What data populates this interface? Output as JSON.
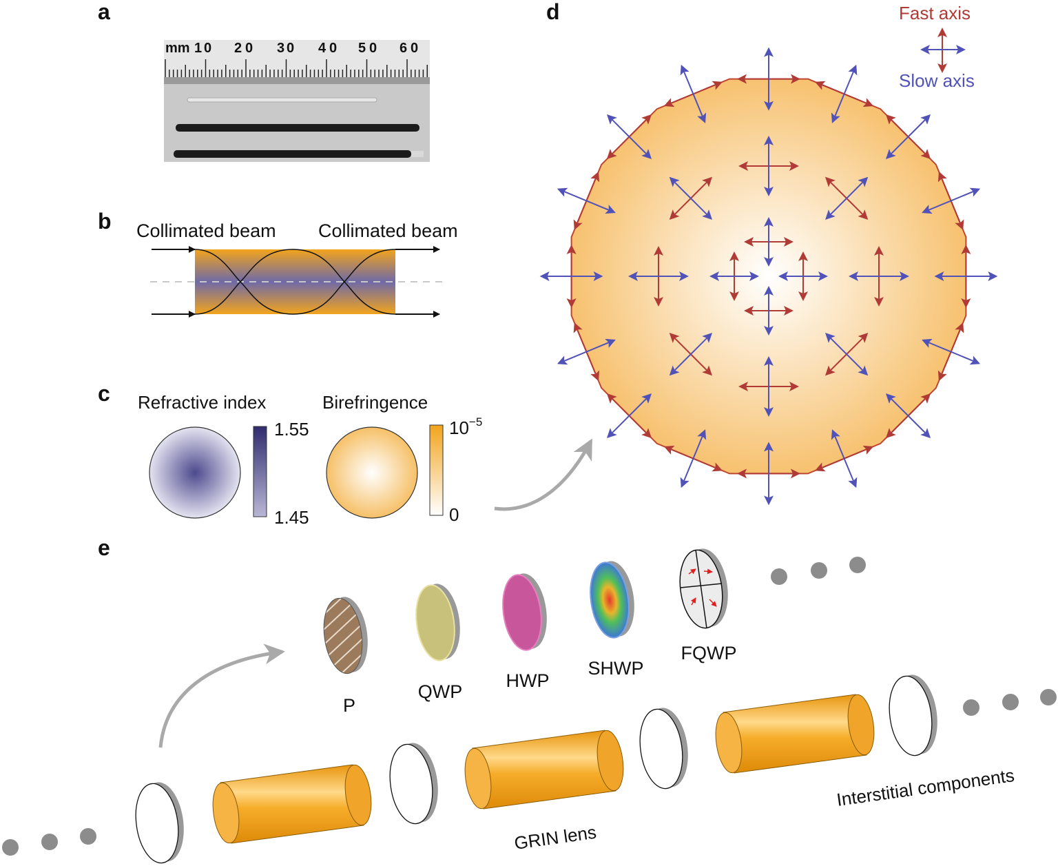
{
  "panels": {
    "a": "a",
    "b": "b",
    "c": "c",
    "d": "d",
    "e": "e"
  },
  "panel_a": {
    "ruler_labels": [
      "mm",
      "1",
      "0",
      "2",
      "0",
      "3",
      "0",
      "4",
      "0",
      "5",
      "0",
      "6",
      "0"
    ]
  },
  "panel_b": {
    "left_label": "Collimated beam",
    "right_label": "Collimated beam"
  },
  "panel_c": {
    "refractive_title": "Refractive index",
    "refractive_max": "1.55",
    "refractive_min": "1.45",
    "birefringence_title": "Birefringence",
    "birefringence_max_base": "10",
    "birefringence_max_exp": "−5",
    "birefringence_min": "0"
  },
  "panel_d": {
    "legend_fast": "Fast axis",
    "legend_slow": "Slow axis",
    "fast_color": "#b03a36",
    "slow_color": "#5152b8"
  },
  "panel_e": {
    "components": [
      "P",
      "QWP",
      "HWP",
      "SHWP",
      "FQWP"
    ],
    "grin_label": "GRIN lens",
    "interstitial_label": "Interstitial components"
  },
  "colors": {
    "grin_orange": "#f2a41c",
    "index_purple": "#3b3a78"
  }
}
